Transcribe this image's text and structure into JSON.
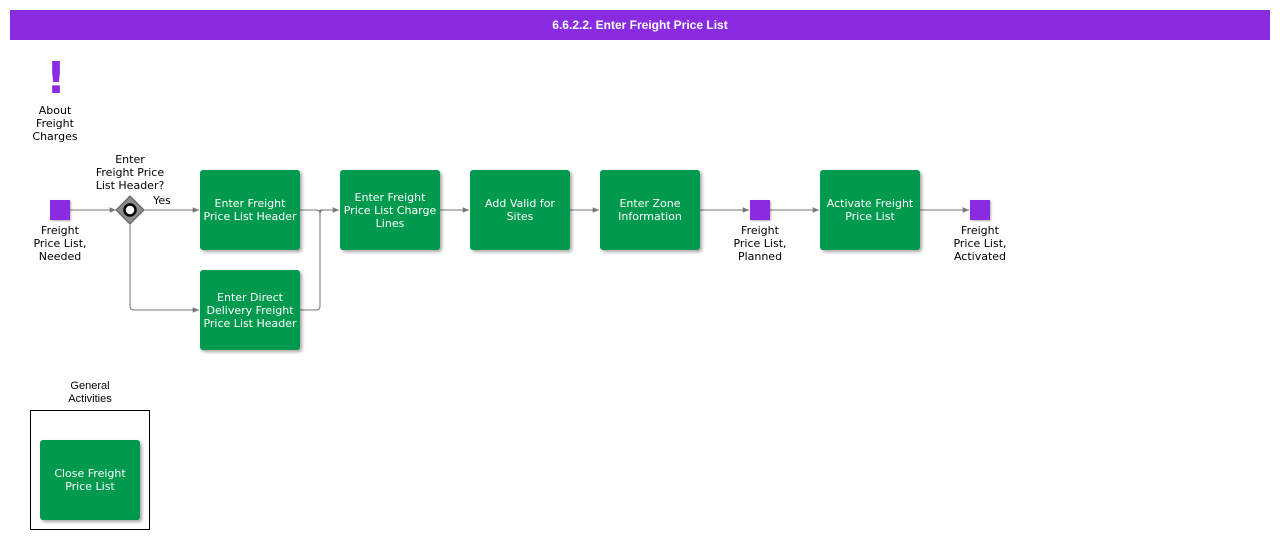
{
  "title": "6.6.2.2. Enter Freight Price List",
  "about": {
    "label": "About\nFreight\nCharges",
    "icon": "exclamation-icon"
  },
  "gateway": {
    "question": "Enter\nFreight Price\nList Header?",
    "yes_label": "Yes"
  },
  "tasks": {
    "enter_header": "Enter Freight Price List Header",
    "enter_direct_header": "Enter Direct Delivery Freight Price List Header",
    "charge_lines": "Enter Freight Price List Charge Lines",
    "valid_sites": "Add Valid for Sites",
    "zone_info": "Enter Zone Information",
    "activate": "Activate Freight Price List",
    "close": "Close Freight Price List"
  },
  "states": {
    "needed": "Freight\nPrice List,\nNeeded",
    "planned": "Freight\nPrice List,\nPlanned",
    "activated": "Freight\nPrice List,\nActivated"
  },
  "general": {
    "label": "General\nActivities"
  },
  "colors": {
    "header": "#8a2be2",
    "task": "#009a4e",
    "state": "#8a2be2",
    "connector": "#777777"
  }
}
